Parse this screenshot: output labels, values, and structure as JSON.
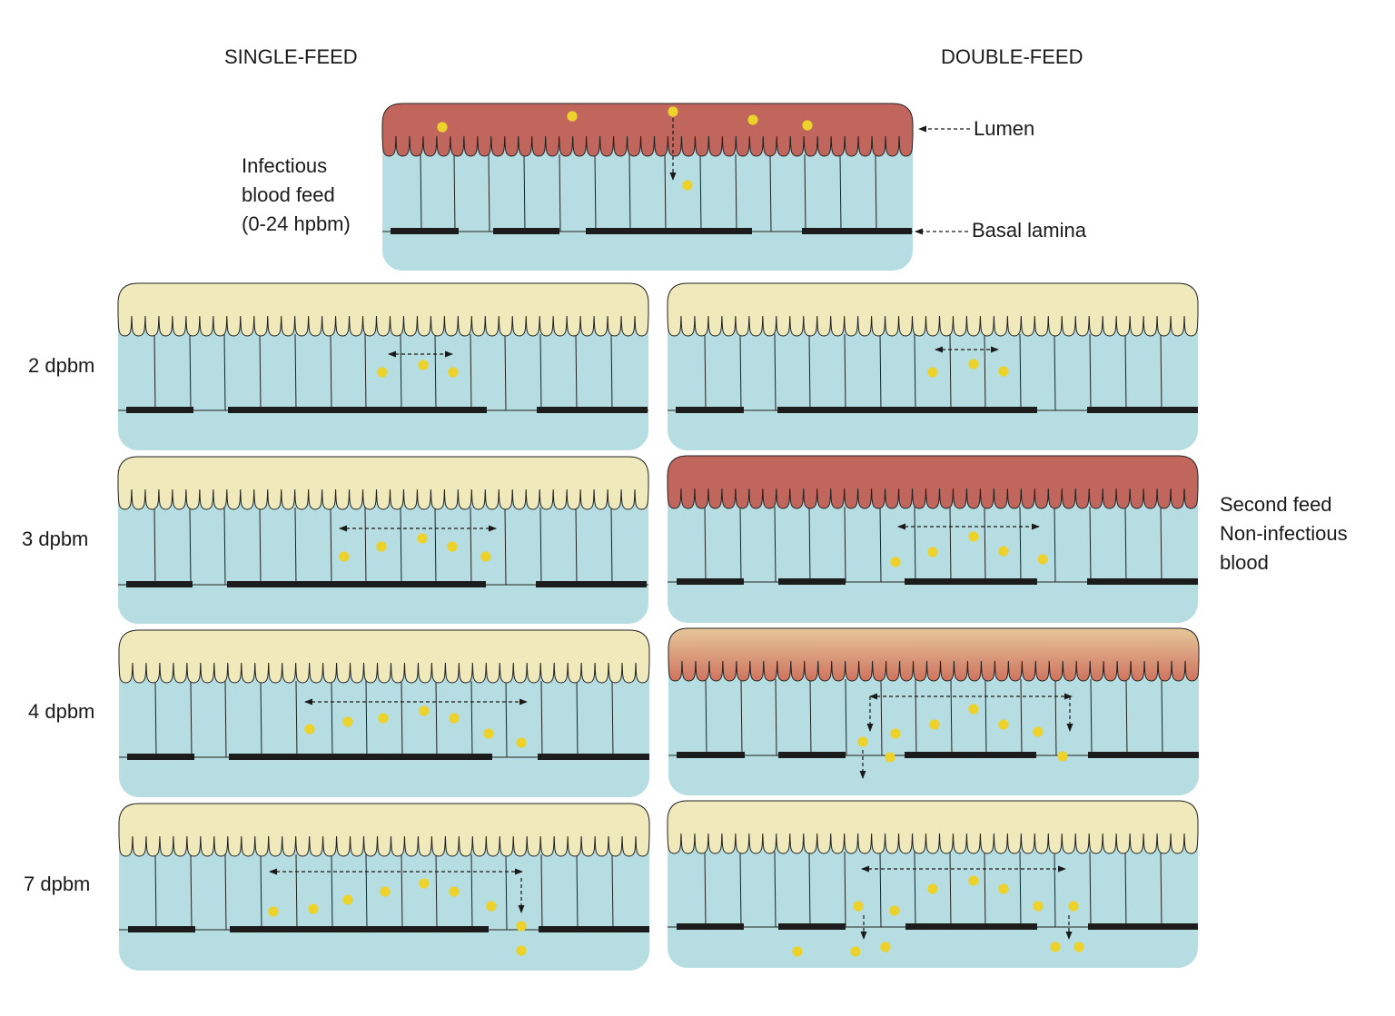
{
  "headers": {
    "single": "SINGLE-FEED",
    "double": "DOUBLE-FEED"
  },
  "top_panel": {
    "label_lines": [
      "Infectious",
      "blood feed",
      "(0-24 hpbm)"
    ],
    "annotations": {
      "lumen": "Lumen",
      "basal_lamina": "Basal lamina"
    }
  },
  "rows": [
    {
      "label": "2 dpbm"
    },
    {
      "label": "3 dpbm"
    },
    {
      "label": "4 dpbm"
    },
    {
      "label": "7 dpbm"
    }
  ],
  "second_feed_note": [
    "Second feed",
    "Non-infectious",
    "blood"
  ],
  "colors": {
    "tissue": "#b5dde2",
    "lumen_blood": "#c0665c",
    "lumen_empty": "#f0e9bb",
    "lumen_digested_top": "#e6c79a",
    "lumen_digested_bottom": "#cf735f",
    "basal_lamina": "#1c1c1c",
    "virus": "#ecd22a",
    "outline": "#222222",
    "text": "#1a1a1a"
  },
  "icons": {
    "virus_particle": "yellow-circle",
    "spread_arrow": "dashed-double-arrow",
    "escape_arrow": "dashed-down-arrow",
    "pointer_arrow": "dashed-left-arrow"
  }
}
